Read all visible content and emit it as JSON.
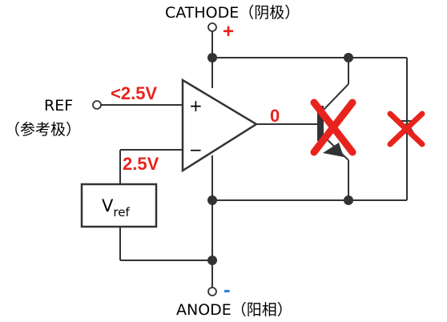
{
  "labels": {
    "cathode": "CATHODE（阴极）",
    "cathode_sign": "+",
    "anode": "ANODE（阳相）",
    "anode_sign": "-",
    "ref": "REF",
    "ref_sub": "（参考极）",
    "ref_input_value": "<2.5V",
    "vref_value": "2.5V",
    "opamp_plus": "+",
    "opamp_minus": "−",
    "opamp_output": "0",
    "vref_box_main": "V",
    "vref_box_sub": "ref"
  },
  "colors": {
    "wire": "#333333",
    "annotation": "#e8231d",
    "anode_sign": "#2e7fd6",
    "cross": "#e8231d"
  }
}
